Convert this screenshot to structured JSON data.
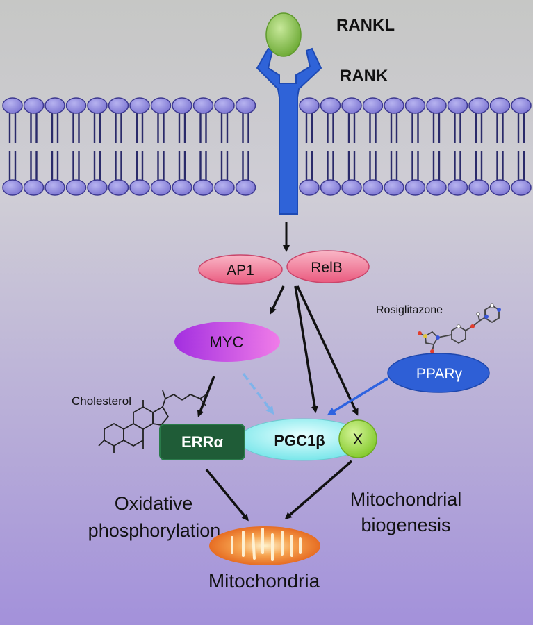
{
  "labels": {
    "rankl": "RANKL",
    "rank": "RANK",
    "ap1": "AP1",
    "relb": "RelB",
    "myc": "MYC",
    "rosiglitazone": "Rosiglitazone",
    "ppar": "PPARγ",
    "cholesterol": "Cholesterol",
    "erra": "ERRα",
    "pgc1b": "PGC1β",
    "x": "X",
    "oxidative_line1": "Oxidative",
    "oxidative_line2": "phosphorylation",
    "mito_biogenesis_line1": "Mitochondrial",
    "mito_biogenesis_line2": "biogenesis",
    "mitochondria": "Mitochondria"
  },
  "colors": {
    "background_top": "#c9cac8",
    "background_bottom": "#a594d8",
    "receptor": "#2f63d8",
    "rankl_ligand": "#7fbf3f",
    "membrane_head": "#8d87dc",
    "ap1_relb": "#f06b8a",
    "myc": "#c643e8",
    "ppar": "#2e5fd6",
    "erra": "#1f5c37",
    "pgc1b": "#8ef2f2",
    "x_node": "#9bd93c",
    "mitochondria": "#f07a2a",
    "arrow": "#111111",
    "arrow_dashed": "#7fb3ea",
    "arrow_ppar": "#2e63e0"
  }
}
